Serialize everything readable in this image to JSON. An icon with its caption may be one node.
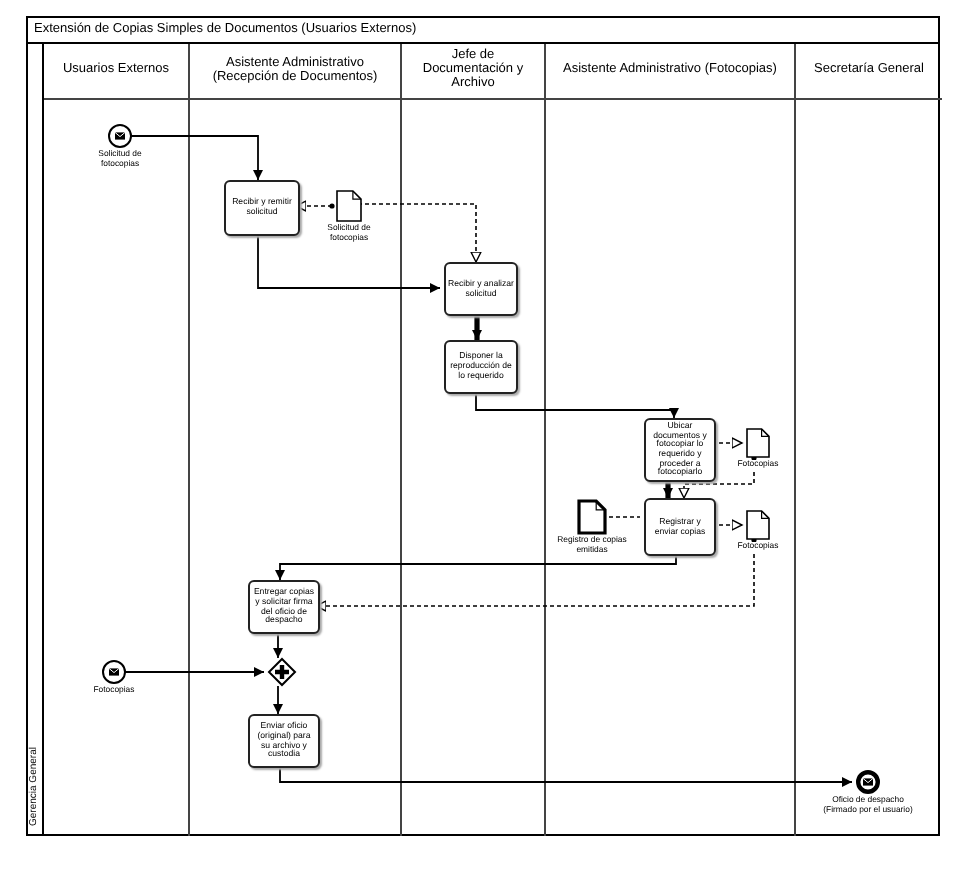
{
  "diagram": {
    "title": "Extensión de Copias Simples de Documentos (Usuarios Externos)",
    "nodes": [
      {
        "text": [
          "Gerencia General"
        ]
      },
      {
        "text": [
          "Usuarios Externos"
        ],
        "in": 0
      },
      {
        "text": [
          "Asistente Administrativo (Recepción de Documentos)"
        ],
        "in": 0
      },
      {
        "text": [
          "Jefe de Documentación y Archivo"
        ],
        "in": 0
      },
      {
        "text": [
          "Asistente Administrativo (Fotocopias)"
        ],
        "in": 0
      },
      {
        "text": [
          "Secretaría General"
        ],
        "in": 0
      },
      {
        "text": [],
        "shape": "circle",
        "beside": [
          "Solicitud de fotocopias"
        ],
        "in": 1
      },
      {
        "text": [
          "Recibir y remitir solicitud"
        ],
        "in": 2
      },
      {
        "text": [],
        "shape": "document",
        "beside": [
          "Solicitud de fotocopias"
        ],
        "in": 2
      },
      {
        "text": [
          "Recibir y analizar solicitud"
        ],
        "in": 3
      },
      {
        "text": [
          "Disponer la reproducción de lo requerido"
        ],
        "in": 3
      },
      {
        "text": [
          "Ubicar documentos y fotocopiar lo requerido y proceder a fotocopiarlo"
        ],
        "in": 4
      },
      {
        "text": [],
        "shape": "document",
        "beside": [
          "Fotocopias"
        ],
        "in": 4
      },
      {
        "text": [],
        "shape": "document",
        "beside": [
          "Registro de copias emitidas"
        ],
        "in": 4
      },
      {
        "text": [
          "Registrar y enviar copias"
        ],
        "in": 4
      },
      {
        "text": [],
        "shape": "document",
        "beside": [
          "Fotocopias"
        ],
        "in": 4
      },
      {
        "text": [
          "Entregar copias y solicitar firma del oficio de despacho"
        ],
        "in": 2
      },
      {
        "text": [],
        "shape": "circle",
        "beside": [
          "Fotocopias"
        ],
        "in": 1
      },
      {
        "text": [],
        "shape": "diamond",
        "in": 2
      },
      {
        "text": [
          "Enviar oficio (original) para su archivo y custodia"
        ],
        "in": 2
      },
      {
        "text": [],
        "shape": "circle",
        "beside": [
          "Oficio de despacho (Firmado por el usuario)"
        ],
        "in": 5
      }
    ],
    "edges": [
      {
        "from": 6,
        "to": 7,
        "arrow": "to"
      },
      {
        "from": 7,
        "to": 9,
        "arrow": "to"
      },
      {
        "from": 8,
        "to": 7,
        "arrow": "to",
        "style": "dashed"
      },
      {
        "from": 8,
        "to": 9,
        "arrow": "to",
        "style": "dashed"
      },
      {
        "from": 9,
        "to": 10,
        "arrow": "to",
        "style": "thick"
      },
      {
        "from": 10,
        "to": 11,
        "arrow": "to"
      },
      {
        "from": 11,
        "to": 12,
        "arrow": "to",
        "style": "dashed"
      },
      {
        "from": 12,
        "to": 14,
        "arrow": "to",
        "style": "dashed"
      },
      {
        "from": 13,
        "to": 14,
        "arrow": "none",
        "style": "dashed"
      },
      {
        "from": 11,
        "to": 14,
        "arrow": "to",
        "style": "thick"
      },
      {
        "from": 14,
        "to": 15,
        "arrow": "to",
        "style": "dashed"
      },
      {
        "from": 15,
        "to": 16,
        "arrow": "to",
        "style": "dashed"
      },
      {
        "from": 14,
        "to": 16,
        "arrow": "to"
      },
      {
        "from": 16,
        "to": 18,
        "arrow": "to"
      },
      {
        "from": 17,
        "to": 18,
        "arrow": "to"
      },
      {
        "from": 18,
        "to": 19,
        "arrow": "to"
      },
      {
        "from": 19,
        "to": 20,
        "arrow": "to"
      }
    ]
  }
}
